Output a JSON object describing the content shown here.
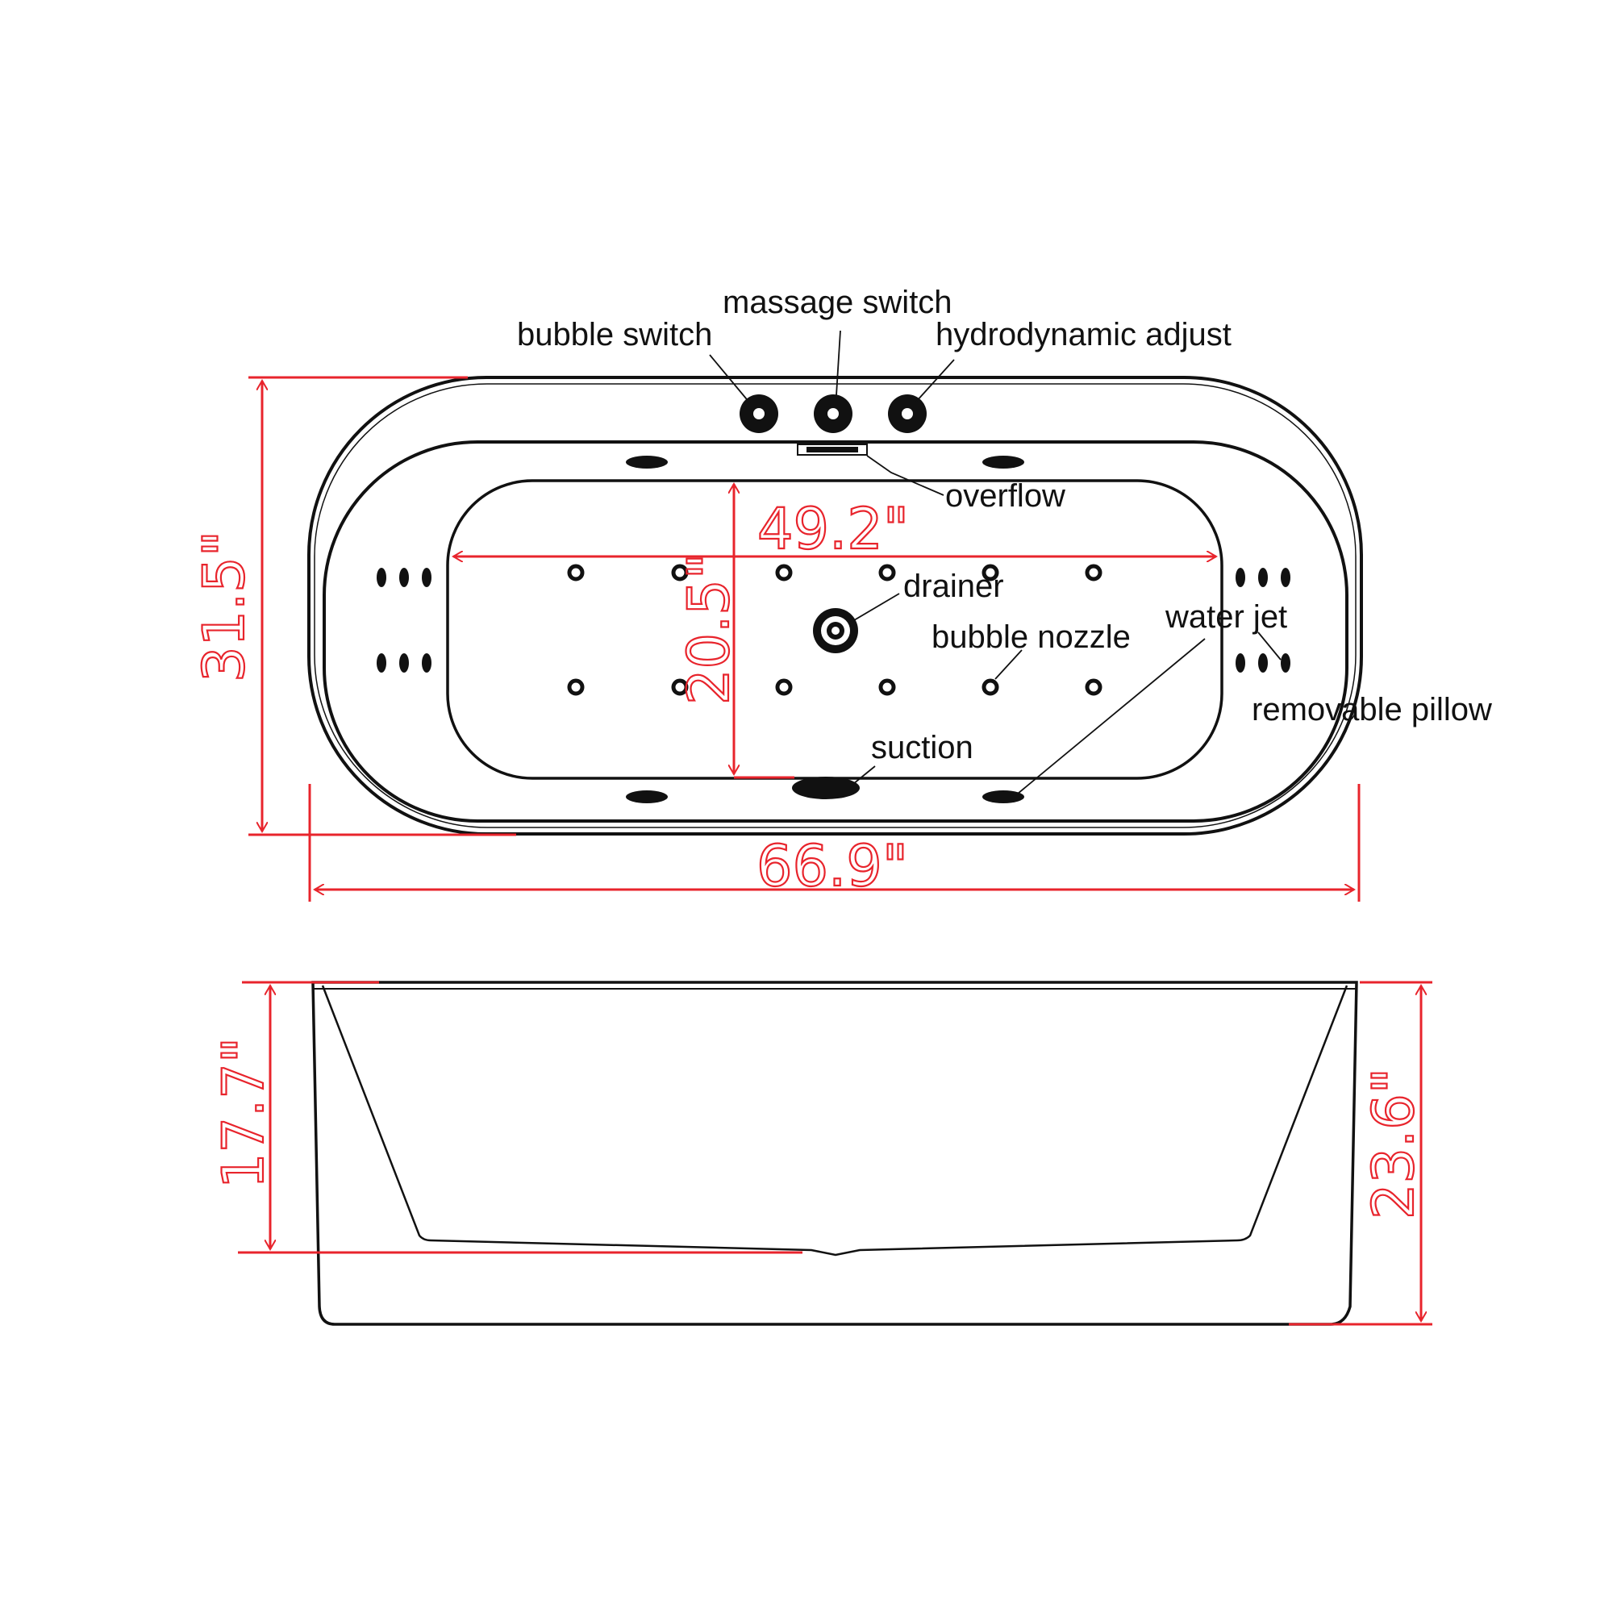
{
  "labels": {
    "bubble_switch": "bubble switch",
    "massage_switch": "massage switch",
    "hydrodynamic_adjust": "hydrodynamic adjust",
    "overflow": "overflow",
    "drainer": "drainer",
    "bubble_nozzle": "bubble nozzle",
    "water_jet": "water jet",
    "removable_pillow": "removable pillow",
    "suction": "suction"
  },
  "dimensions": {
    "overall_length": "66.9\"",
    "overall_width": "31.5\"",
    "inner_length": "49.2\"",
    "inner_width": "20.5\"",
    "inner_depth": "17.7\"",
    "overall_height": "23.6\""
  },
  "colors": {
    "outline": "#111111",
    "dimension": "#e8242c"
  }
}
